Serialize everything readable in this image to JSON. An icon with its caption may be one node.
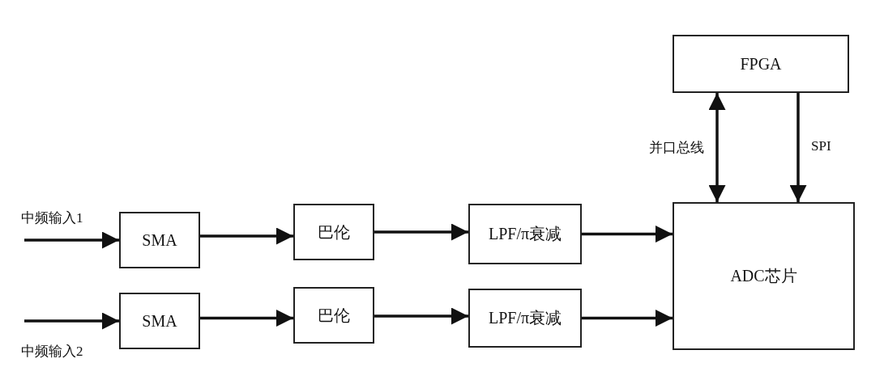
{
  "diagram": {
    "nodes": [
      {
        "text": [
          "FPGA"
        ]
      },
      {
        "text": [
          "SMA"
        ]
      },
      {
        "text": [
          "巴伦"
        ]
      },
      {
        "text": [
          "LPF/π衰减"
        ]
      },
      {
        "text": [
          "ADC芯片"
        ]
      },
      {
        "text": [
          "SMA"
        ]
      },
      {
        "text": [
          "巴伦"
        ]
      },
      {
        "text": [
          "LPF/π衰减"
        ]
      }
    ],
    "edges": [
      {
        "from": 0,
        "to": 4,
        "arrow": "both",
        "label": "并口总线"
      },
      {
        "from": 0,
        "to": 4,
        "arrow": "to",
        "label": "SPI"
      },
      {
        "from": null,
        "to": 1,
        "arrow": "to"
      },
      {
        "from": 1,
        "to": 2,
        "arrow": "to"
      },
      {
        "from": 2,
        "to": 3,
        "arrow": "to"
      },
      {
        "from": 3,
        "to": 4,
        "arrow": "to"
      },
      {
        "from": null,
        "to": 5,
        "arrow": "to"
      },
      {
        "from": 5,
        "to": 6,
        "arrow": "to"
      },
      {
        "from": 6,
        "to": 7,
        "arrow": "to"
      },
      {
        "from": 7,
        "to": 4,
        "arrow": "to"
      }
    ],
    "labels": [
      "中频输入1",
      "中频输入2"
    ]
  }
}
